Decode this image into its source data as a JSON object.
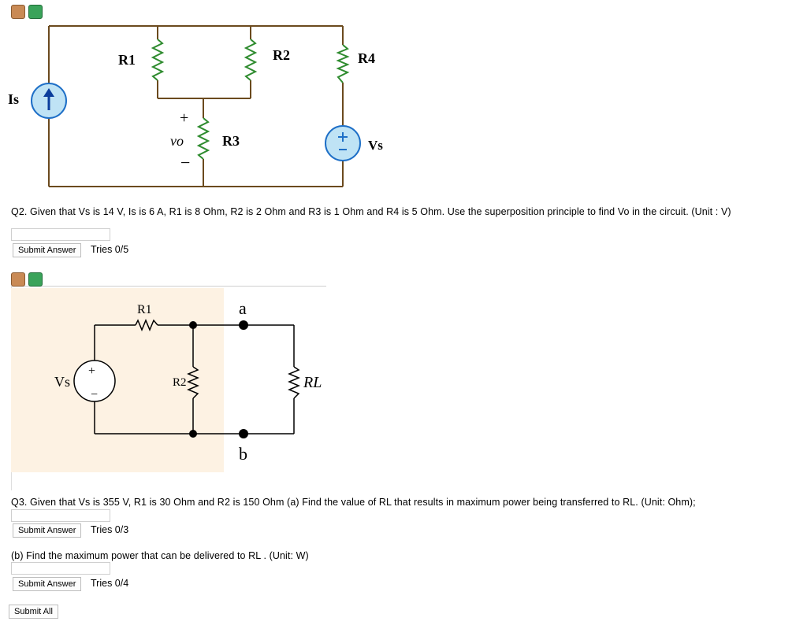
{
  "q2": {
    "diagram": {
      "label_is": "Is",
      "label_r1": "R1",
      "label_r2": "R2",
      "label_r3": "R3",
      "label_r4": "R4",
      "label_vo": "vo",
      "label_vs": "Vs",
      "plus": "+",
      "minus": "−"
    },
    "text": "Q2. Given that Vs is 14 V, Is is 6 A, R1 is 8 Ohm, R2 is 2 Ohm and R3 is 1 Ohm and R4 is 5 Ohm. Use the superposition principle to find Vo in the circuit. (Unit : V)",
    "answer_value": "",
    "submit_label": "Submit Answer",
    "tries": "Tries 0/5"
  },
  "q3": {
    "diagram": {
      "label_r1": "R1",
      "label_r2": "R2",
      "label_vs": "Vs",
      "label_a": "a",
      "label_b": "b",
      "label_rl": "RL",
      "plus": "+",
      "minus": "−"
    },
    "text": "Q3. Given that Vs is 355 V, R1 is 30 Ohm and R2 is 150 Ohm (a) Find the value of RL that results in maximum power being transferred to RL. (Unit: Ohm);",
    "answer_a_value": "",
    "submit_a_label": "Submit Answer",
    "tries_a": "Tries 0/3",
    "part_b_text": "(b) Find the maximum power that can be delivered to RL . (Unit: W)",
    "answer_b_value": "",
    "submit_b_label": "Submit Answer",
    "tries_b": "Tries 0/4"
  },
  "submit_all_label": "Submit All",
  "colors": {
    "wire": "#6b4a1e",
    "resistor": "#2e8b2e",
    "source_fill": "#bfe3f5",
    "source_stroke": "#1e6fc7",
    "panel_bg": "#fdf2e3"
  },
  "icons": [
    "chat-icon",
    "hint-icon"
  ]
}
